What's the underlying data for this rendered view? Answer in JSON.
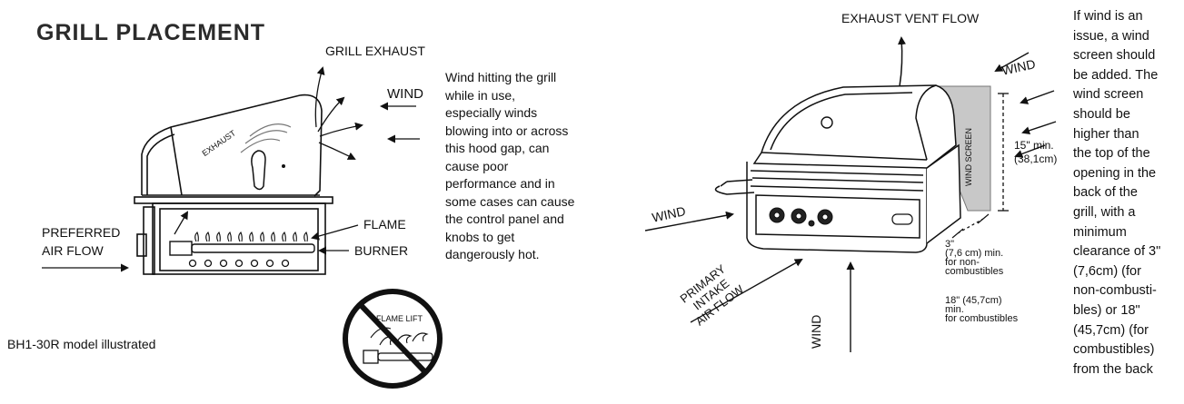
{
  "page": {
    "title": "GRILL PLACEMENT"
  },
  "left_diagram": {
    "grill_exhaust": "GRILL EXHAUST",
    "wind": "WIND",
    "exhaust": "EXHAUST",
    "preferred_air_flow": [
      "PREFERRED",
      "AIR FLOW"
    ],
    "flame": "FLAME",
    "burner": "BURNER",
    "flame_lift": "FLAME LIFT",
    "model_note": "BH1-30R  model illustrated"
  },
  "left_text": [
    "Wind hitting the grill",
    "while in use,",
    "especially winds",
    "blowing into or across",
    "this hood gap, can",
    "cause poor",
    "performance and in",
    "some cases can cause",
    "the control panel and",
    "knobs to get",
    "dangerously hot."
  ],
  "right_diagram": {
    "exhaust_vent_flow": "EXHAUST VENT FLOW",
    "wind_top": "WIND",
    "wind_left": "WIND",
    "wind_bottom": "WIND",
    "wind_screen": "WIND SCREEN",
    "primary_intake": [
      "PRIMARY",
      "INTAKE",
      "AIR FLOW"
    ],
    "height_min": [
      "15\" min.",
      "(38,1cm)"
    ],
    "clearance_noncomb": [
      "3\"",
      "(7,6 cm) min.",
      "for non-",
      "combustibles"
    ],
    "clearance_comb": [
      "18\" (45,7cm)",
      "min.",
      "for combustibles"
    ]
  },
  "right_text": [
    "If wind is an",
    "issue, a wind",
    "screen should",
    "be added. The",
    "wind screen",
    "should be",
    "higher than",
    "the top of the",
    "opening in the",
    "back of the",
    "grill, with a",
    "minimum",
    "clearance of 3\"",
    "(7,6cm) (for",
    "non-combusti-",
    "bles) or 18\"",
    "(45,7cm) (for",
    "combustibles)",
    "from the back"
  ]
}
